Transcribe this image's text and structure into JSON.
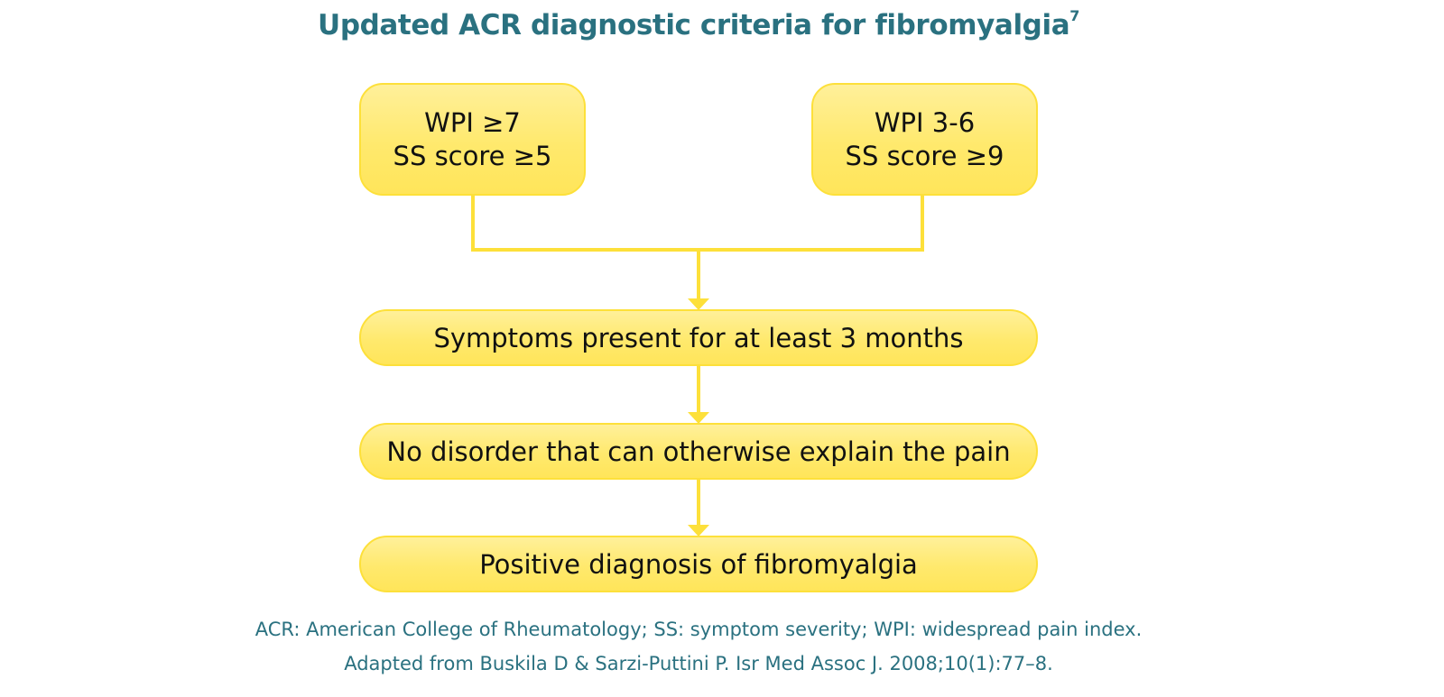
{
  "title": {
    "text": "Updated ACR diagnostic criteria for fibromyalgia",
    "ref": "7"
  },
  "criteria": {
    "left": {
      "line1": "WPI ≥7",
      "line2": "SS score ≥5"
    },
    "right": {
      "line1": "WPI 3-6",
      "line2": "SS score ≥9"
    }
  },
  "steps": [
    "Symptoms present for at least 3 months",
    "No disorder that can otherwise explain the pain",
    "Positive diagnosis of fibromyalgia"
  ],
  "footnotes": [
    "ACR: American College of Rheumatology; SS: symptom severity; WPI: widespread pain index.",
    "Adapted from Buskila D & Sarzi-Puttini P. Isr Med Assoc J. 2008;10(1):77–8."
  ],
  "colors": {
    "title": "#2a7180",
    "box_fill": "#ffe96d",
    "box_border": "#fde03a",
    "connector": "#fde03a"
  }
}
